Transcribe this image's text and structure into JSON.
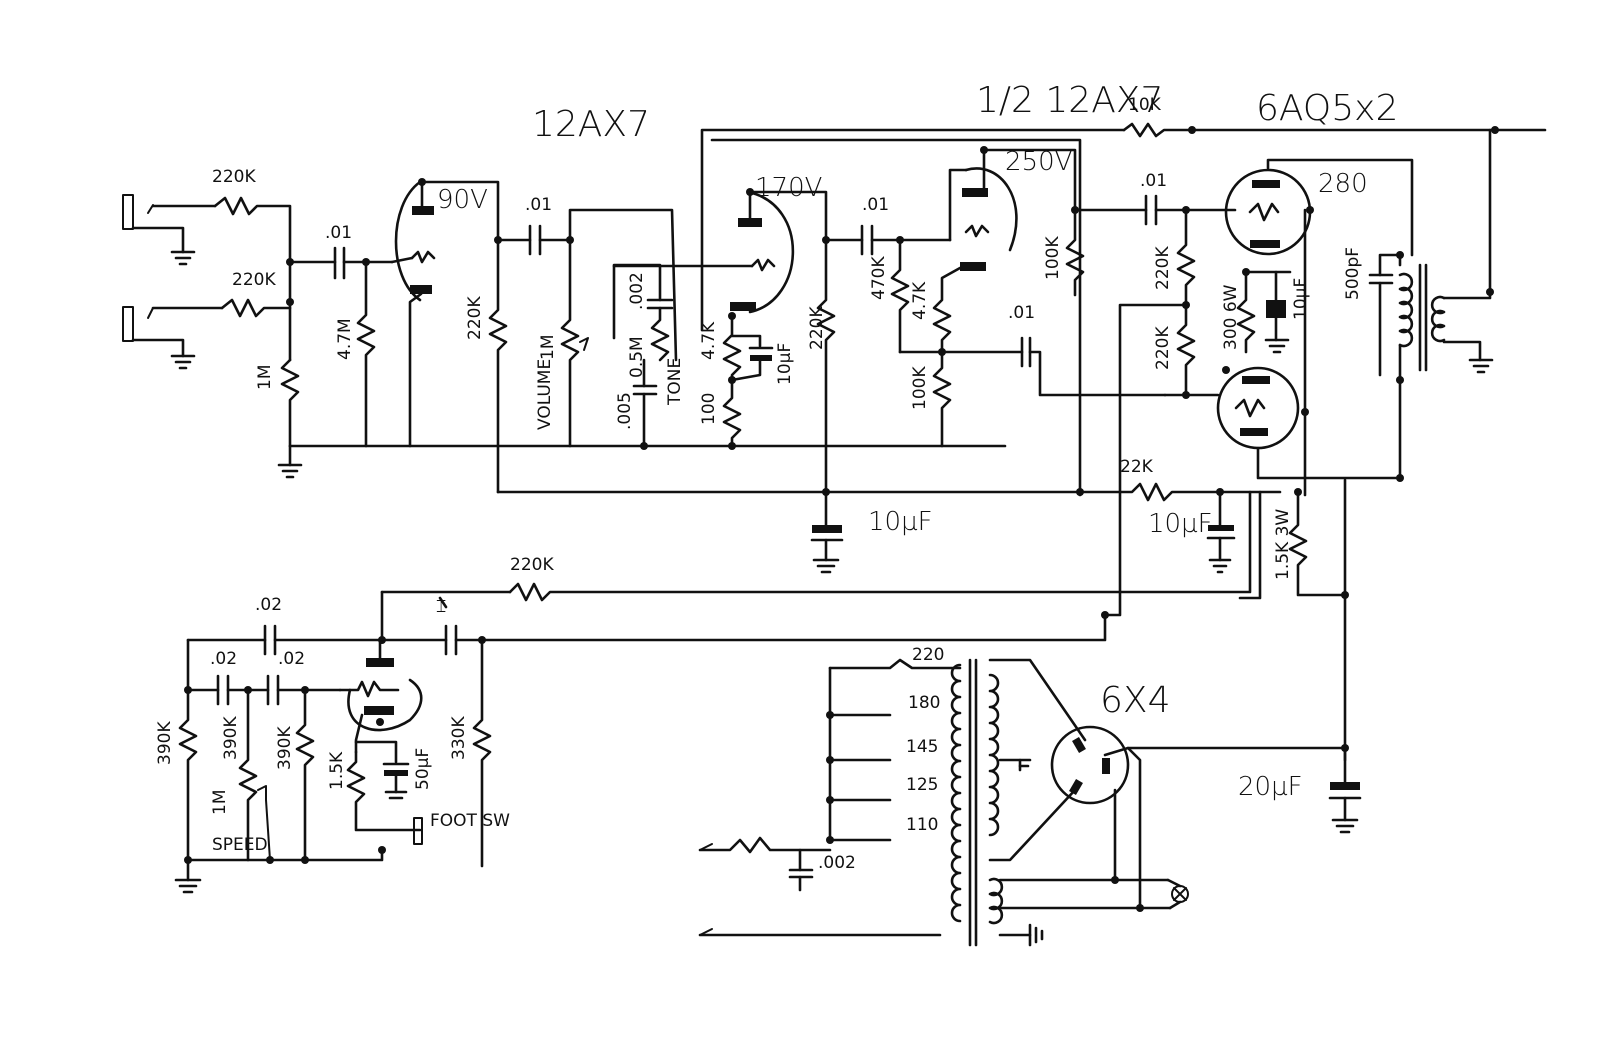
{
  "tubes": {
    "preamp": "12AX7",
    "half_preamp": "1/2 12AX7",
    "power": "6AQ5x2",
    "rectifier": "6X4"
  },
  "voltages": {
    "v1": "90V",
    "v2": "170V",
    "v3": "250V",
    "v4": "280"
  },
  "resistors": {
    "in1": "220K",
    "in2": "220K",
    "in_grid": "1M",
    "grid_leak": "4.7M",
    "plate1": "220K",
    "volume": "1M",
    "volume_word": "VOLUME",
    "tone_pot": "0.5M",
    "tone_word": "TONE",
    "cath_a": "4.7K",
    "cath_b": "100",
    "plate2": "220K",
    "grid3": "470K",
    "cath3": "4.7K",
    "cath3b": "100K",
    "plate3": "100K",
    "dec": "10K",
    "pi_grid1": "220K",
    "pi_grid2": "220K",
    "cath_power": "300 6W",
    "filter": "22K",
    "filter2": "1.5K 3W",
    "trem_plate": "220K",
    "osc1": "390K",
    "osc2": "390K",
    "osc3": "390K",
    "speed_pot": "1M",
    "speed_word": "SPEED",
    "osc_cath": "1.5K",
    "osc_out": "330K"
  },
  "capacitors": {
    "c_in": ".01",
    "c_couple1": ".01",
    "c_tone": ".002",
    "c_tone2": ".005",
    "c_cath": "10µF",
    "c_couple2": ".01",
    "c_pi": ".01",
    "c_pi2": ".01",
    "c_filter1": "10µF",
    "c_filter2": "10µF",
    "c_power_cath": "10µF",
    "c_ot": "500pF",
    "c_osc1": ".02",
    "c_osc2": ".02",
    "c_osc3": ".02",
    "c_osc_cath": "50µF",
    "c_rect": "20µF",
    "c_line": ".002"
  },
  "transformer_taps": [
    "220",
    "180",
    "145",
    "125",
    "110"
  ],
  "misc": {
    "foot_sw": "FOOT SW"
  }
}
